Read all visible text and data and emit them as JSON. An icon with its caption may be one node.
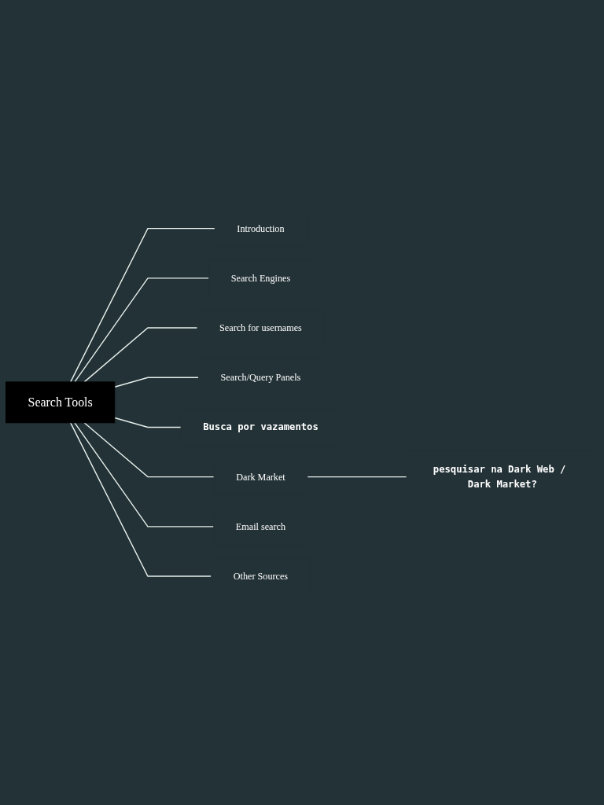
{
  "diagram": {
    "nodes": [
      {
        "text": [
          "Search Tools"
        ]
      },
      {
        "text": [
          "Introduction"
        ]
      },
      {
        "text": [
          "Search Engines"
        ]
      },
      {
        "text": [
          "Search for usernames"
        ]
      },
      {
        "text": [
          "Search/Query Panels"
        ]
      },
      {
        "text": [
          "Busca por vazamentos"
        ]
      },
      {
        "text": [
          "Dark Market"
        ]
      },
      {
        "text": [
          "Email search"
        ]
      },
      {
        "text": [
          "Other Sources"
        ]
      },
      {
        "text": [
          "pesquisar na Dark Web / Dark Market?"
        ]
      }
    ],
    "edges": [
      {
        "from": 0,
        "to": 1,
        "arrow": "none"
      },
      {
        "from": 0,
        "to": 2,
        "arrow": "none"
      },
      {
        "from": 0,
        "to": 3,
        "arrow": "none"
      },
      {
        "from": 0,
        "to": 4,
        "arrow": "none"
      },
      {
        "from": 0,
        "to": 5,
        "arrow": "none"
      },
      {
        "from": 0,
        "to": 6,
        "arrow": "none"
      },
      {
        "from": 0,
        "to": 7,
        "arrow": "none"
      },
      {
        "from": 0,
        "to": 8,
        "arrow": "none"
      },
      {
        "from": 6,
        "to": 9,
        "arrow": "none"
      }
    ]
  }
}
